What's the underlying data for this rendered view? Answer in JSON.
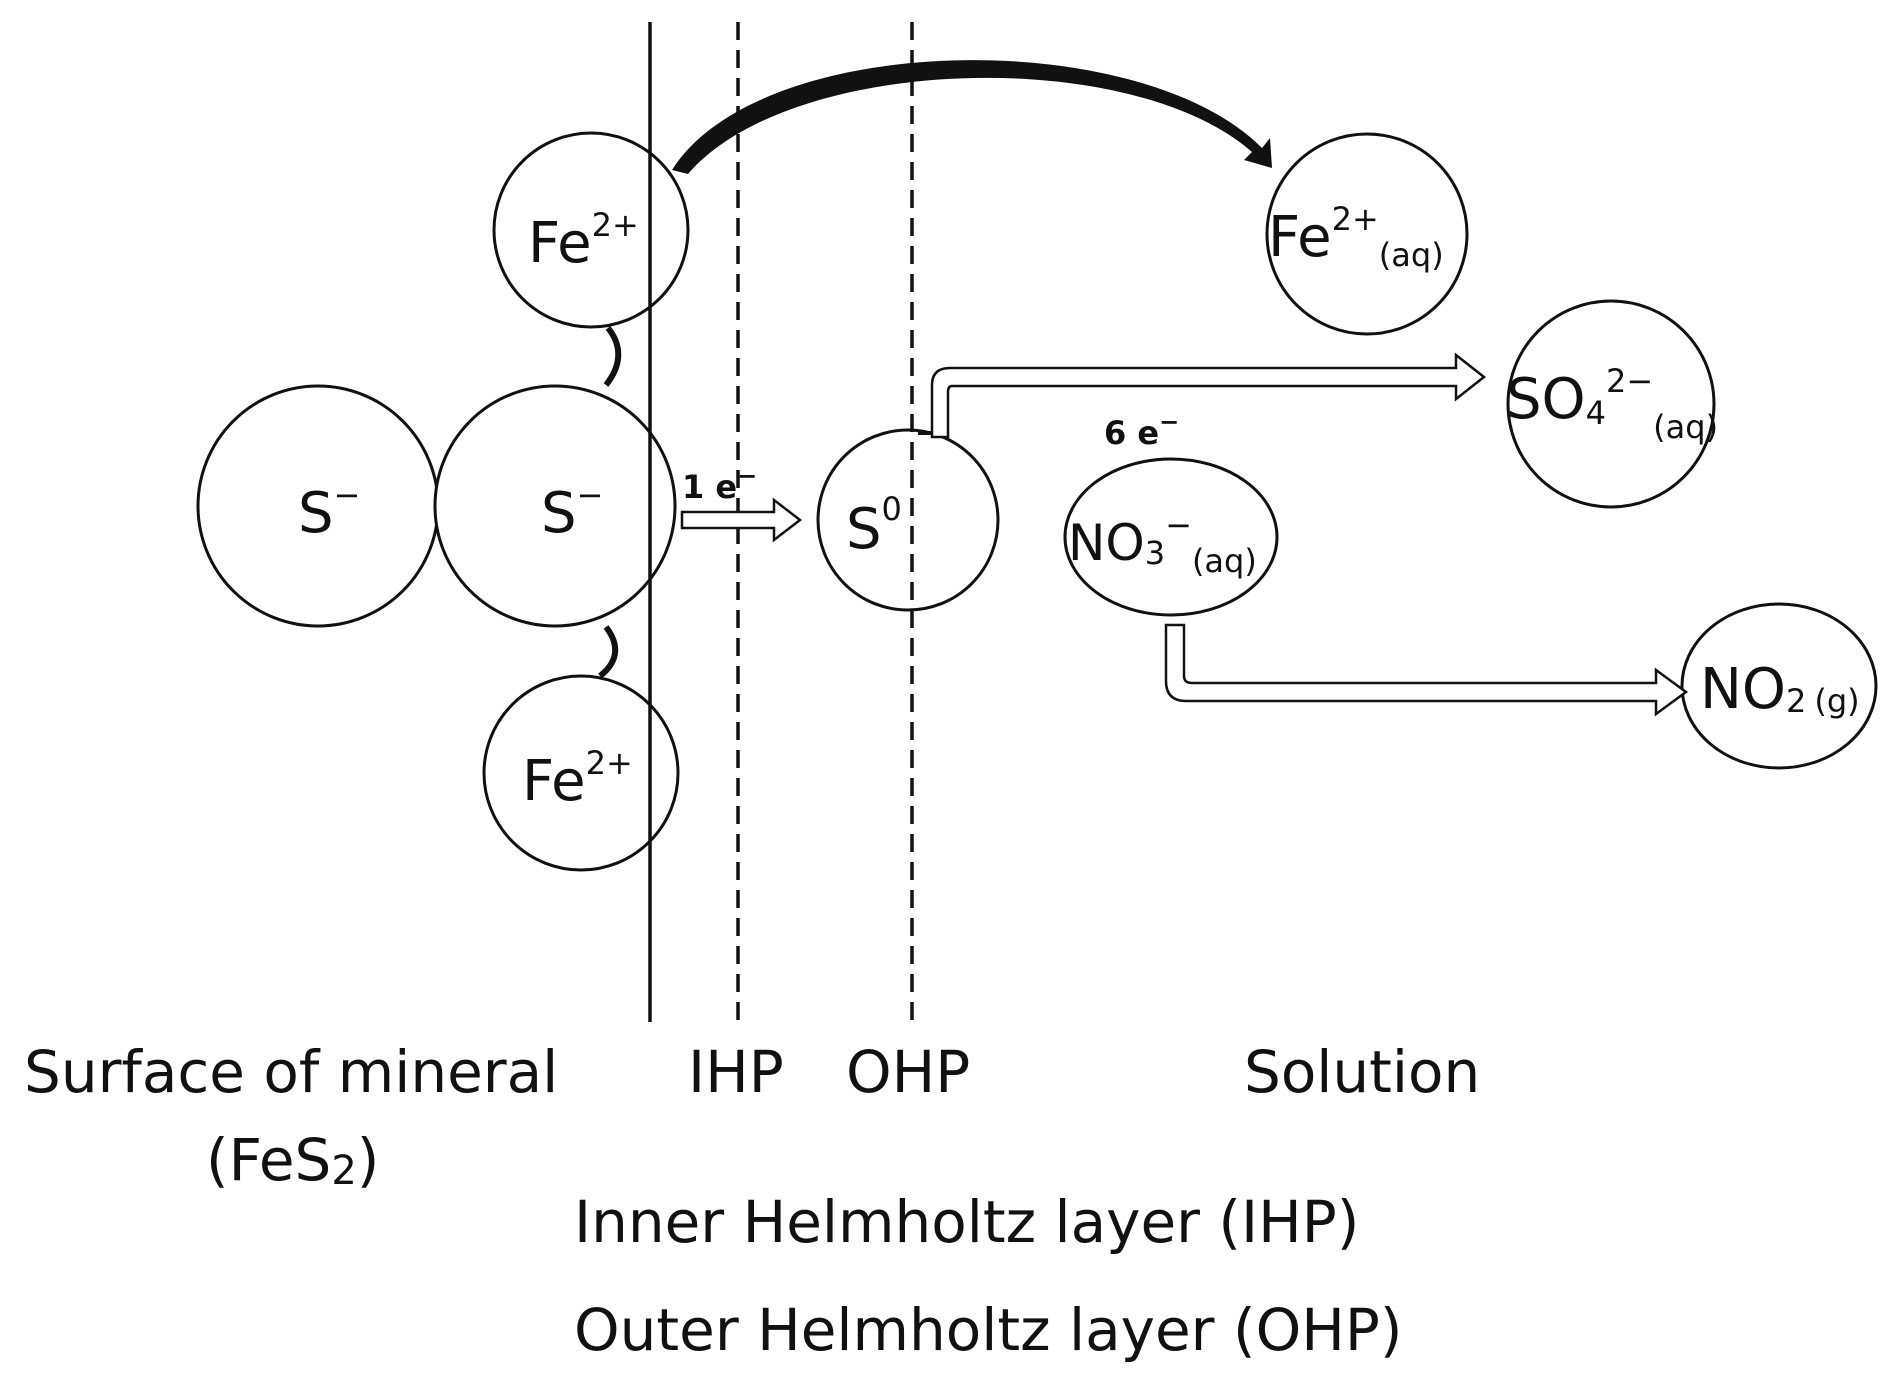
{
  "ions": {
    "fe_top": {
      "base": "Fe",
      "sup": "2+",
      "sub": ""
    },
    "fe_bottom": {
      "base": "Fe",
      "sup": "2+",
      "sub": ""
    },
    "s_left": {
      "base": "S",
      "sup": "−",
      "sub": ""
    },
    "s_mid": {
      "base": "S",
      "sup": "−",
      "sub": ""
    },
    "s_zero": {
      "base": "S",
      "sup": "0",
      "sub": ""
    },
    "fe_aq": {
      "base": "Fe",
      "sup": "2+",
      "sub": "(aq)"
    },
    "so4": {
      "base": "SO",
      "num": "4",
      "sup": "2−",
      "sub": "(aq)"
    },
    "no3": {
      "base": "NO",
      "num": "3",
      "sup": "−",
      "sub": "(aq)"
    },
    "no2": {
      "base": "NO",
      "num": "2",
      "sub": "(g)"
    }
  },
  "electrons": {
    "one": {
      "count": "1 e",
      "sup": "−"
    },
    "six": {
      "count": "6 e",
      "sup": "−"
    }
  },
  "labels": {
    "surface_line1": "Surface of mineral",
    "surface_line2_base": "(FeS",
    "surface_line2_num": "2",
    "surface_line2_end": ")",
    "ihp": "IHP",
    "ohp": "OHP",
    "solution": "Solution",
    "legend_inner": "Inner Helmholtz layer (IHP)",
    "legend_outer": "Outer Helmholtz layer (OHP)"
  }
}
